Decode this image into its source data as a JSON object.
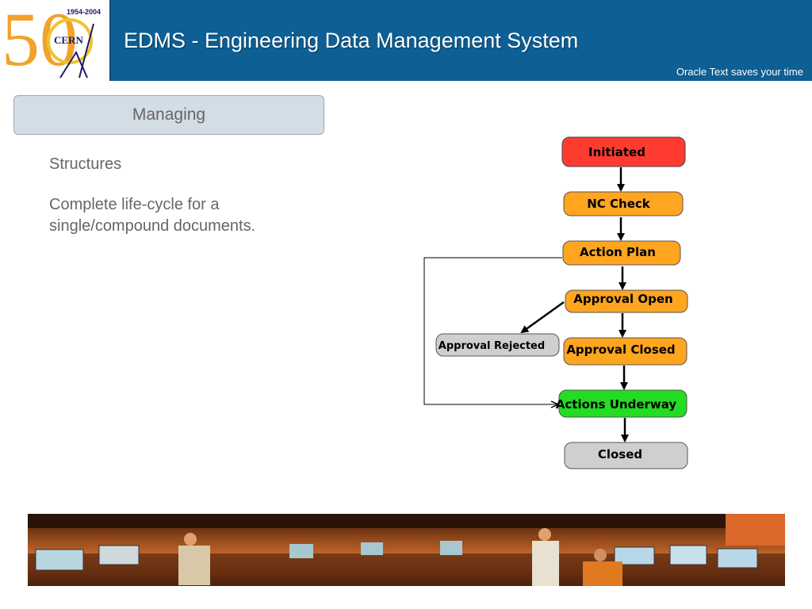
{
  "header": {
    "title": "EDMS - Engineering Data Management System",
    "subtitle": "Oracle Text saves your time",
    "logo": {
      "years": "1954-2004",
      "name": "CERN",
      "big_number": "50"
    }
  },
  "section": {
    "label": "Managing"
  },
  "bullets": [
    "Structures",
    "Complete life-cycle for a single/compound documents."
  ],
  "workflow": {
    "nodes": [
      {
        "id": "initiated",
        "label": "Initiated",
        "color": "#ff3b2f"
      },
      {
        "id": "nc_check",
        "label": "NC Check",
        "color": "#ffa51f"
      },
      {
        "id": "action_plan",
        "label": "Action Plan",
        "color": "#ffa51f"
      },
      {
        "id": "approval_open",
        "label": "Approval Open",
        "color": "#ffa51f"
      },
      {
        "id": "approval_rejected",
        "label": "Approval Rejected",
        "color": "#cfcfcf"
      },
      {
        "id": "approval_closed",
        "label": "Approval Closed",
        "color": "#ffa51f"
      },
      {
        "id": "actions_underway",
        "label": "Actions Underway",
        "color": "#22dd22"
      },
      {
        "id": "closed",
        "label": "Closed",
        "color": "#cfcfcf"
      }
    ]
  },
  "colors": {
    "header_bg": "#0d5f94",
    "section_bg": "#d3dde6",
    "text_gray": "#666666"
  }
}
